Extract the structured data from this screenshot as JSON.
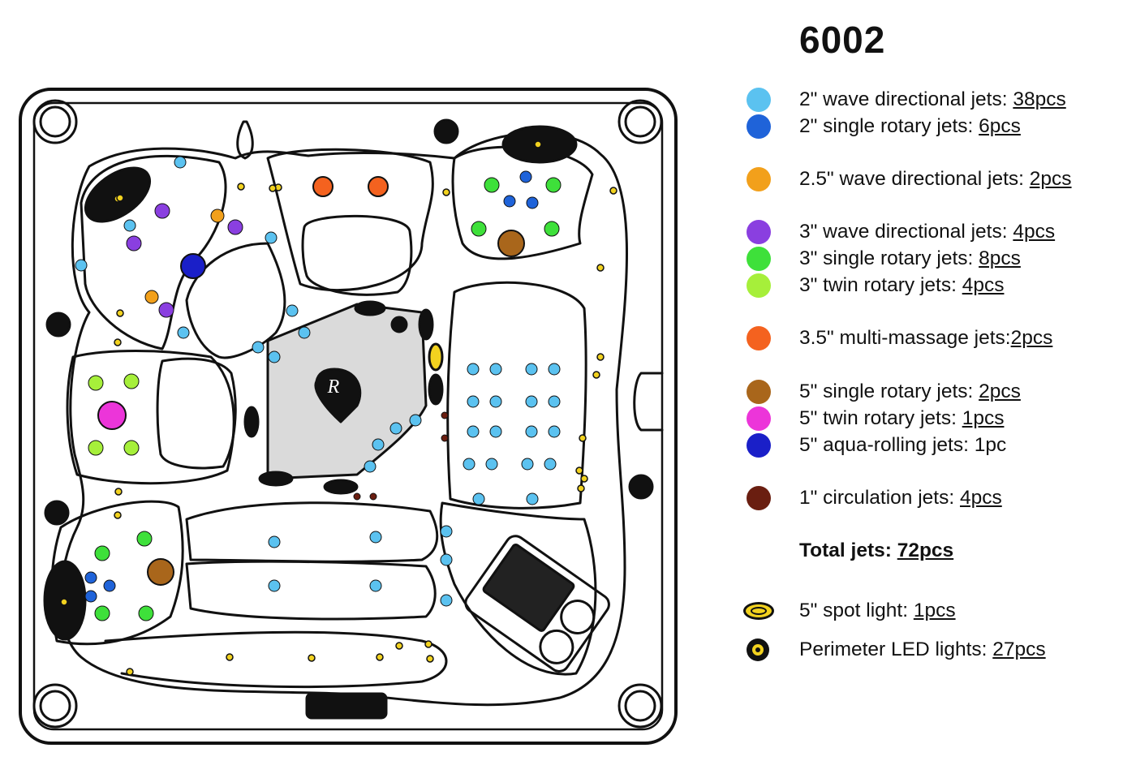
{
  "model": "6002",
  "colors": {
    "wave2": "#5bc2f0",
    "rotary2": "#1f63d9",
    "wave25": "#f2a01b",
    "wave3": "#8a3fe0",
    "single3": "#3ee03a",
    "twin3": "#a6ef3a",
    "multi35": "#f4621f",
    "single5": "#a9661b",
    "twin5": "#ec35d9",
    "aqua5": "#1a1fc8",
    "circ1": "#6a1e10",
    "spot": "#f2d21f"
  },
  "legend": [
    {
      "key": "wave2",
      "icon": "light-blue-dot",
      "text": "2\" wave directional jets: ",
      "qty": "38pcs"
    },
    {
      "key": "rotary2",
      "icon": "blue-dot",
      "text": "2\" single rotary jets: ",
      "qty": "6pcs"
    },
    {
      "key": "wave25",
      "icon": "orange-dot",
      "text": "2.5\" wave directional jets: ",
      "qty": "2pcs"
    },
    {
      "key": "wave3",
      "icon": "purple-dot",
      "text": "3\" wave directional jets: ",
      "qty": "4pcs"
    },
    {
      "key": "single3",
      "icon": "green-dot",
      "text": "3\" single rotary jets: ",
      "qty": "8pcs"
    },
    {
      "key": "twin3",
      "icon": "yellow-green-dot",
      "text": "3\" twin rotary jets: ",
      "qty": "4pcs"
    },
    {
      "key": "multi35",
      "icon": "red-orange-dot",
      "text": "3.5\" multi-massage jets:",
      "qty": "2pcs"
    },
    {
      "key": "single5",
      "icon": "brown-dot",
      "text": "5\" single rotary jets: ",
      "qty": "2pcs"
    },
    {
      "key": "twin5",
      "icon": "magenta-dot",
      "text": "5\" twin rotary jets: ",
      "qty": "1pcs"
    },
    {
      "key": "aqua5",
      "icon": "dark-blue-dot",
      "text": "5\" aqua-rolling jets: 1pc",
      "qty": ""
    },
    {
      "key": "circ1",
      "icon": "dark-brown-dot",
      "text": "1\" circulation jets: ",
      "qty": "4pcs"
    }
  ],
  "total": {
    "text": "Total jets: ",
    "qty": "72pcs"
  },
  "lights": [
    {
      "icon": "spot-light-icon",
      "text": "5\" spot light: ",
      "qty": "1pcs"
    },
    {
      "icon": "led-light-icon",
      "text": "Perimeter LED lights: ",
      "qty": "27pcs"
    }
  ],
  "seat_logo_text": "R"
}
